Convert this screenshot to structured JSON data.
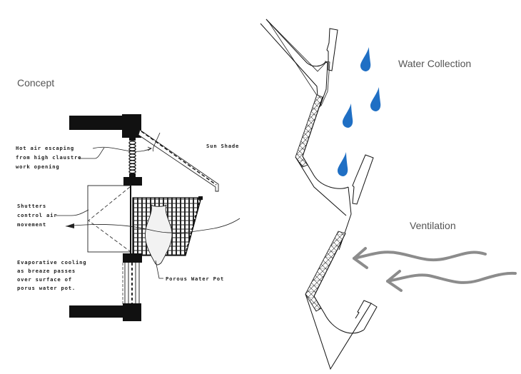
{
  "left_panel": {
    "title": "Concept",
    "annotations": {
      "hot_air": [
        "Hot air escaping",
        "from high claustre",
        "work opening"
      ],
      "sun_shade": "Sun Shade",
      "shutters": [
        "Shutters",
        "control air",
        "movement"
      ],
      "evaporative": [
        "Evaporative cooling",
        "as breaze passes",
        "over surface of",
        "porus water pot."
      ],
      "porous_pot": "Porous Water Pot"
    }
  },
  "right_panel": {
    "water_collection_label": "Water Collection",
    "ventilation_label": "Ventilation",
    "water_drop_count": 4,
    "airflow_arrow_count": 2
  },
  "colors": {
    "water_drop": "#1f6fc4",
    "airflow_arrow": "#8c8c8c",
    "label_text": "#555555",
    "drawing_ink": "#111111"
  }
}
